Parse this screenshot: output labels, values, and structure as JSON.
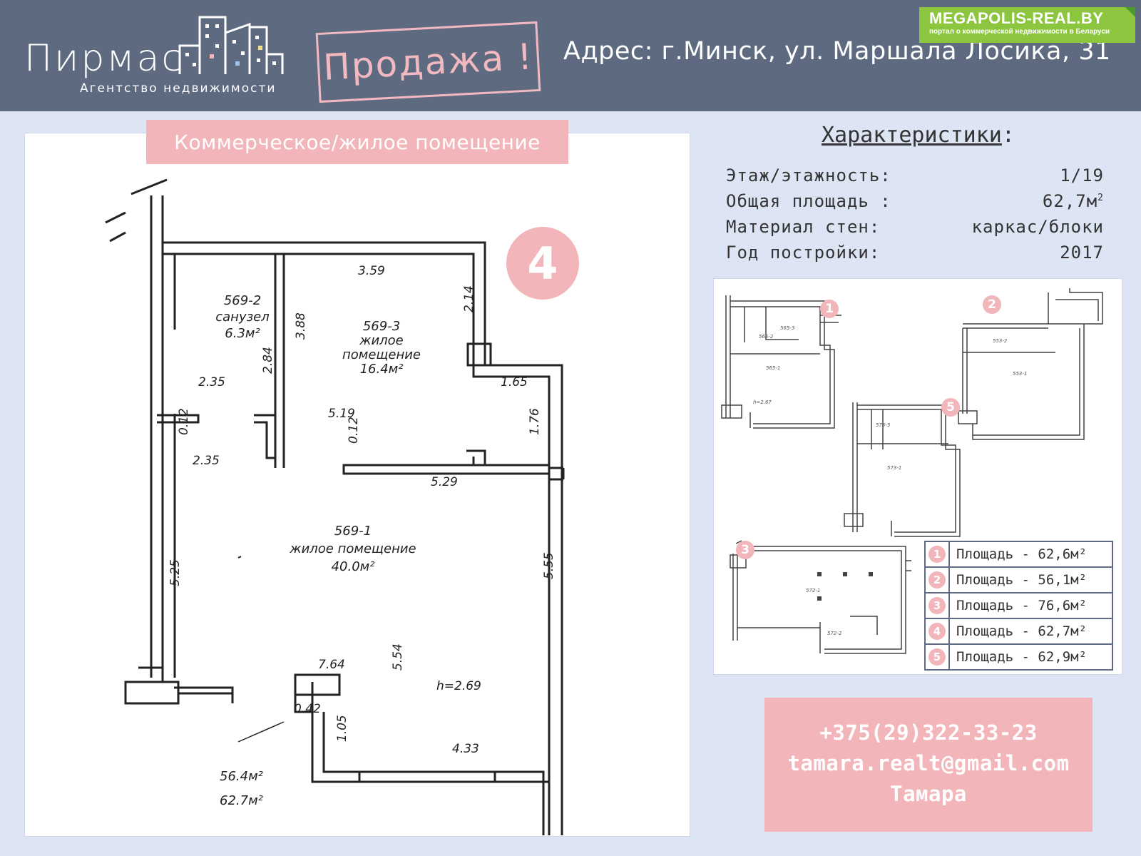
{
  "brand": {
    "name": "Пирмас",
    "subtitle": "Агентство недвижимости"
  },
  "sale_label": "Продажа !",
  "address": "Адрес: г.Минск, ул. Маршала Лосика, 31",
  "megapolis": {
    "title": "MEGAPOLIS-REAL.BY",
    "subtitle": "портал о коммерческой недвижимости в Беларуси"
  },
  "plan": {
    "label": "Коммерческое/жилое помещение",
    "number": "4",
    "rooms": [
      {
        "id": "569-2",
        "name": "санузел",
        "area": "6.3м²"
      },
      {
        "id": "569-3",
        "name1": "жилое",
        "name2": "помещение",
        "area": "16.4м²"
      },
      {
        "id": "569-1",
        "name": "жилое помещение",
        "area": "40.0м²"
      }
    ],
    "dims": [
      "3.59",
      "2.14",
      "3.88",
      "2.84",
      "2.35",
      "2.35",
      "0.12",
      "5.19",
      "0.12",
      "1.65",
      "1.76",
      "5.29",
      "5.25",
      "5.55",
      "7.64",
      "5.54",
      "h=2.69",
      "0.42",
      "1.05",
      "4.33"
    ],
    "totals": [
      "56.4м²",
      "62.7м²"
    ]
  },
  "specs": {
    "title": "Характеристики",
    "title_suffix": ":",
    "rows": [
      {
        "key": "Этаж/этажность:",
        "value": "1/19"
      },
      {
        "key": "Общая площадь :",
        "value": "62,7м",
        "sup": "2"
      },
      {
        "key": "Материал стен:",
        "value": "каркас/блоки"
      },
      {
        "key": "Год постройки:",
        "value": "2017"
      }
    ]
  },
  "variants": {
    "badges": [
      "1",
      "2",
      "5",
      "3"
    ],
    "areas": [
      {
        "num": "1",
        "text": "Площадь - 62,6м²"
      },
      {
        "num": "2",
        "text": "Площадь - 56,1м²"
      },
      {
        "num": "3",
        "text": "Площадь - 76,6м²"
      },
      {
        "num": "4",
        "text": "Площадь - 62,7м²"
      },
      {
        "num": "5",
        "text": "Площадь - 62,9м²"
      }
    ]
  },
  "contact": {
    "phone": "+375(29)322-33-23",
    "email": "tamara.realt@gmail.com",
    "name": "Тамара"
  },
  "colors": {
    "header": "#5d6a80",
    "pink": "#f2b5b9",
    "background": "#dde4f4",
    "green": "#8cc63f"
  }
}
